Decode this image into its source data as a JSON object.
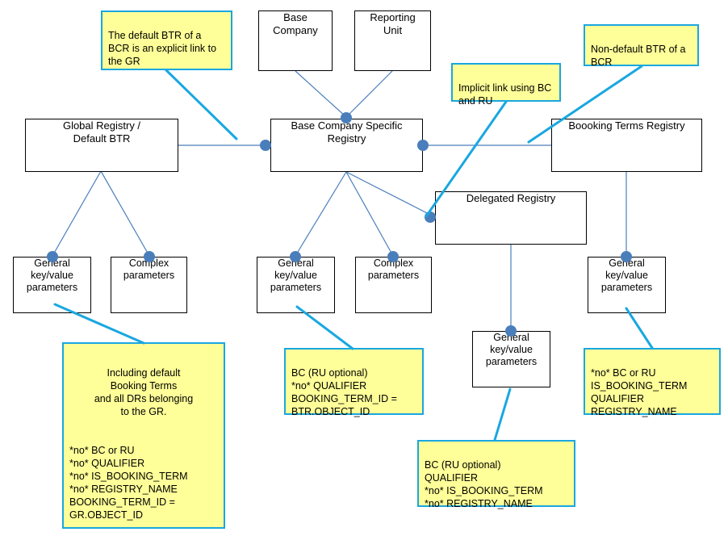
{
  "diagram": {
    "title": "Booking Terms Registry structure",
    "colors": {
      "note_fill": "#ffff99",
      "note_border": "#19a7e0",
      "node_fill": "#ffffff",
      "node_border": "#000000",
      "connector": "#4a7ebb",
      "leader": "#19a7e0"
    }
  },
  "nodes": {
    "base_company": "Base\nCompany",
    "reporting_unit": "Reporting\nUnit",
    "global_registry": "Global Registry /\nDefault BTR",
    "base_company_specific_registry": "Base Company Specific\nRegistry",
    "booking_terms_registry": "Boooking Terms Registry",
    "delegated_registry": "Delegated Registry",
    "gr_general_params": "General\nkey/value\nparameters",
    "gr_complex_params": "Complex\nparameters",
    "bcr_general_params": "General\nkey/value\nparameters",
    "bcr_complex_params": "Complex\nparameters",
    "btr_general_params": "General\nkey/value\nparameters",
    "dr_general_params": "General\nkey/value\nparameters"
  },
  "notes": {
    "default_btr": "The default BTR of a BCR is an explicit link to the GR",
    "implicit_link": "Implicit link using BC and RU",
    "non_default_btr": "Non-default BTR of a BCR",
    "gr_details_head": "Including  default\nBooking Terms\nand all DRs belonging\nto the GR.",
    "gr_details_body": "*no* BC or RU\n*no* QUALIFIER\n*no* IS_BOOKING_TERM\n*no* REGISTRY_NAME\nBOOKING_TERM_ID =\n            GR.OBJECT_ID",
    "bcr_details": "BC (RU optional)\n*no* QUALIFIER\nBOOKING_TERM_ID =\n         BTR.OBJECT_ID",
    "btr_details": "*no* BC or RU\nIS_BOOKING_TERM\nQUALIFIER\nREGISTRY_NAME",
    "dr_details": "BC (RU optional)\nQUALIFIER\n*no* IS_BOOKING_TERM\n*no* REGISTRY_NAME"
  }
}
